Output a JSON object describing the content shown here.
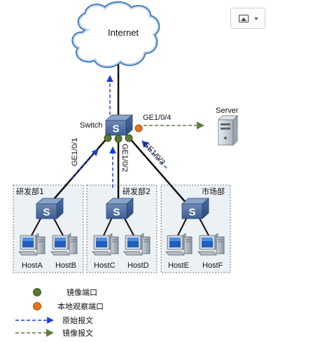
{
  "toolbar": {
    "image_button_icon": "image-icon",
    "image_button_caret": "chevron-down-icon"
  },
  "diagram": {
    "cloud_label": "Internet",
    "switch_label": "Switch",
    "server_label": "Server",
    "ports": {
      "p1": "GE1/0/1",
      "p2": "GE1/0/2",
      "p3": "GE1/0/3",
      "p4": "GE1/0/4"
    },
    "groups": [
      "研发部1",
      "研发部2",
      "市场部"
    ],
    "hosts": [
      "HostA",
      "HostB",
      "HostC",
      "HostD",
      "HostE",
      "HostF"
    ]
  },
  "legend": {
    "mirror_port": "镜像端口",
    "observe_port": "本地观察端口",
    "original_packet": "原始报文",
    "mirror_packet": "镜像报文"
  },
  "colors": {
    "mirror_port": "#5a7a32",
    "observe_port": "#e4761c",
    "original_arrow": "#1b3ddb",
    "mirror_arrow": "#5f7d3a",
    "group_box": "#ebf1f5"
  }
}
